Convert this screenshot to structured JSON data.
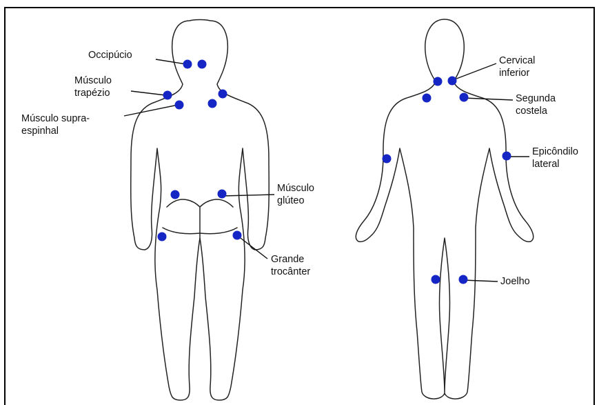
{
  "colors": {
    "tender_point": "#1526c4",
    "outline": "#222222",
    "background": "#ffffff"
  },
  "labels": {
    "occipucio": "Occipúcio",
    "trapezio": "Músculo\ntrapézio",
    "supraespinhal": "Músculo supra-\nespinhal",
    "gluteo": "Músculo\nglúteo",
    "trocanter": "Grande\ntrocânter",
    "cervical": "Cervical\ninferior",
    "costela": "Segunda\ncostela",
    "epicondilo": "Epicôndilo\nlateral",
    "joelho": "Joelho"
  }
}
